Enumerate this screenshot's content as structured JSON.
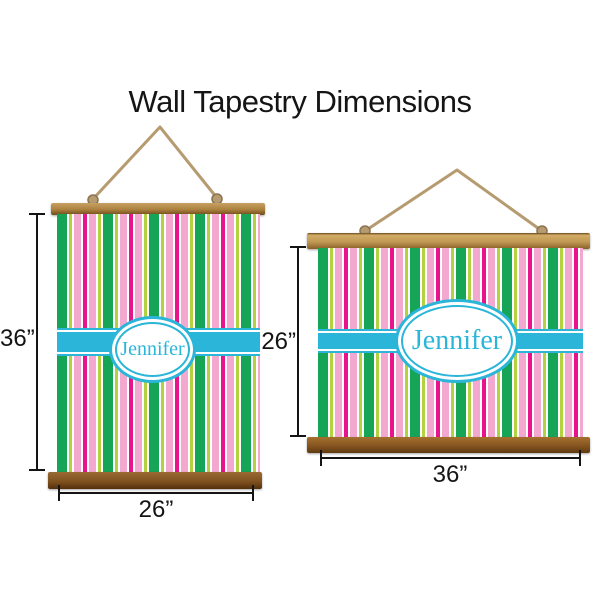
{
  "title": "Wall Tapestry Dimensions",
  "tapestries": [
    {
      "orientation": "portrait",
      "name": "Jennifer",
      "height_label": "36”",
      "width_label": "26”"
    },
    {
      "orientation": "landscape",
      "name": "Jennifer",
      "height_label": "26”",
      "width_label": "36”"
    }
  ],
  "colors": {
    "band_teal": "#2BB6D9",
    "stripe_green": "#16A457",
    "stripe_magenta": "#E9138B",
    "stripe_pink": "#F3A8D0",
    "stripe_chartreuse": "#B2D23F",
    "rope": "#B69B71",
    "dimension_line": "#141414"
  }
}
